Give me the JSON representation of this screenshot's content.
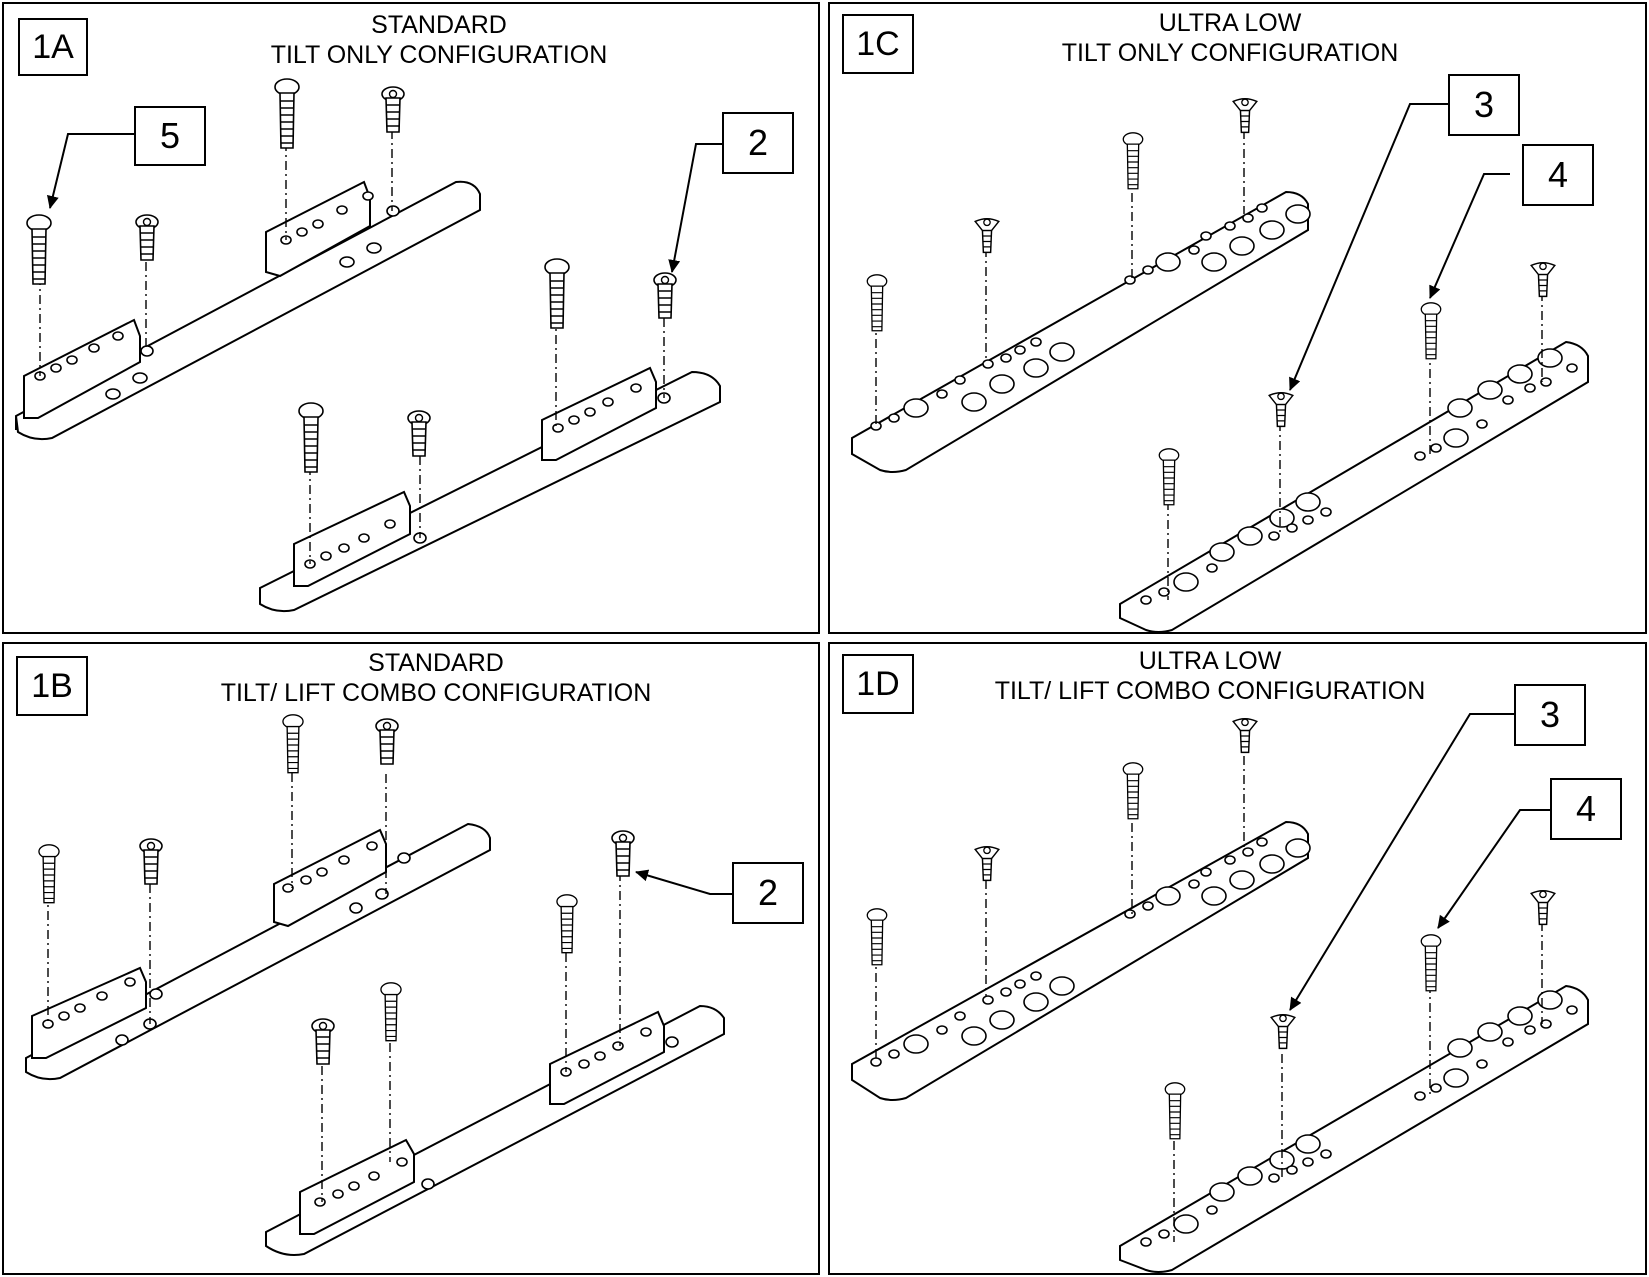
{
  "panels": [
    {
      "id": "1A",
      "title_line1": "STANDARD",
      "title_line2": "TILT ONLY CONFIGURATION",
      "callouts": [
        "5",
        "2"
      ]
    },
    {
      "id": "1C",
      "title_line1": "ULTRA LOW",
      "title_line2": "TILT ONLY CONFIGURATION",
      "callouts": [
        "3",
        "4"
      ]
    },
    {
      "id": "1B",
      "title_line1": "STANDARD",
      "title_line2": "TILT/ LIFT COMBO CONFIGURATION",
      "callouts": [
        "2"
      ]
    },
    {
      "id": "1D",
      "title_line1": "ULTRA LOW",
      "title_line2": "TILT/ LIFT COMBO CONFIGURATION",
      "callouts": [
        "3",
        "4"
      ]
    }
  ],
  "icons": {
    "screw": "screw-icon",
    "pointer": "arrowhead-icon"
  }
}
